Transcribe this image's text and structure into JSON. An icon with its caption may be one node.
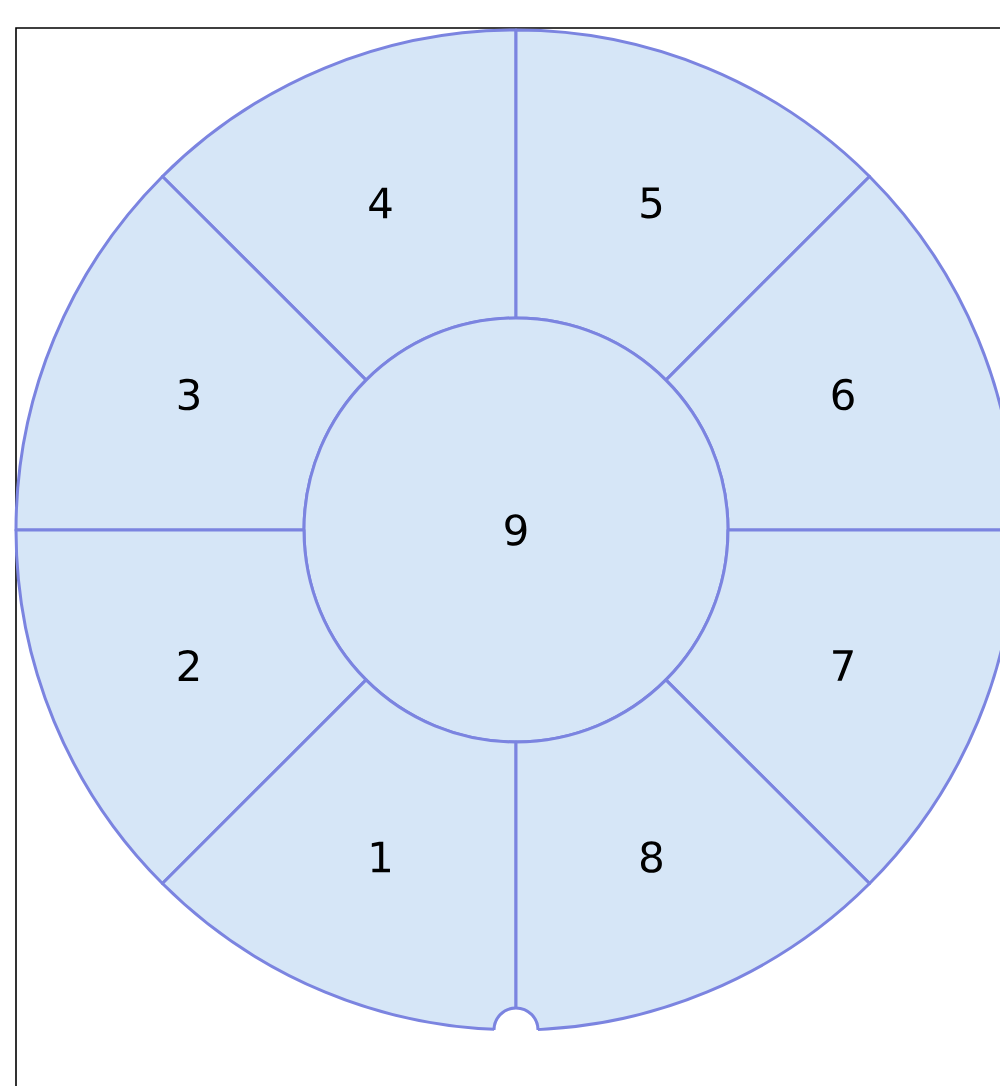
{
  "diagram": {
    "nodes": [
      {
        "text": [
          "4"
        ]
      },
      {
        "text": [
          "5"
        ]
      },
      {
        "text": [
          "3"
        ]
      },
      {
        "text": [
          "6"
        ]
      },
      {
        "text": [
          "9"
        ]
      },
      {
        "text": [
          "2"
        ]
      },
      {
        "text": [
          "7"
        ]
      },
      {
        "text": [
          "1"
        ]
      },
      {
        "text": [
          "8"
        ]
      }
    ]
  }
}
